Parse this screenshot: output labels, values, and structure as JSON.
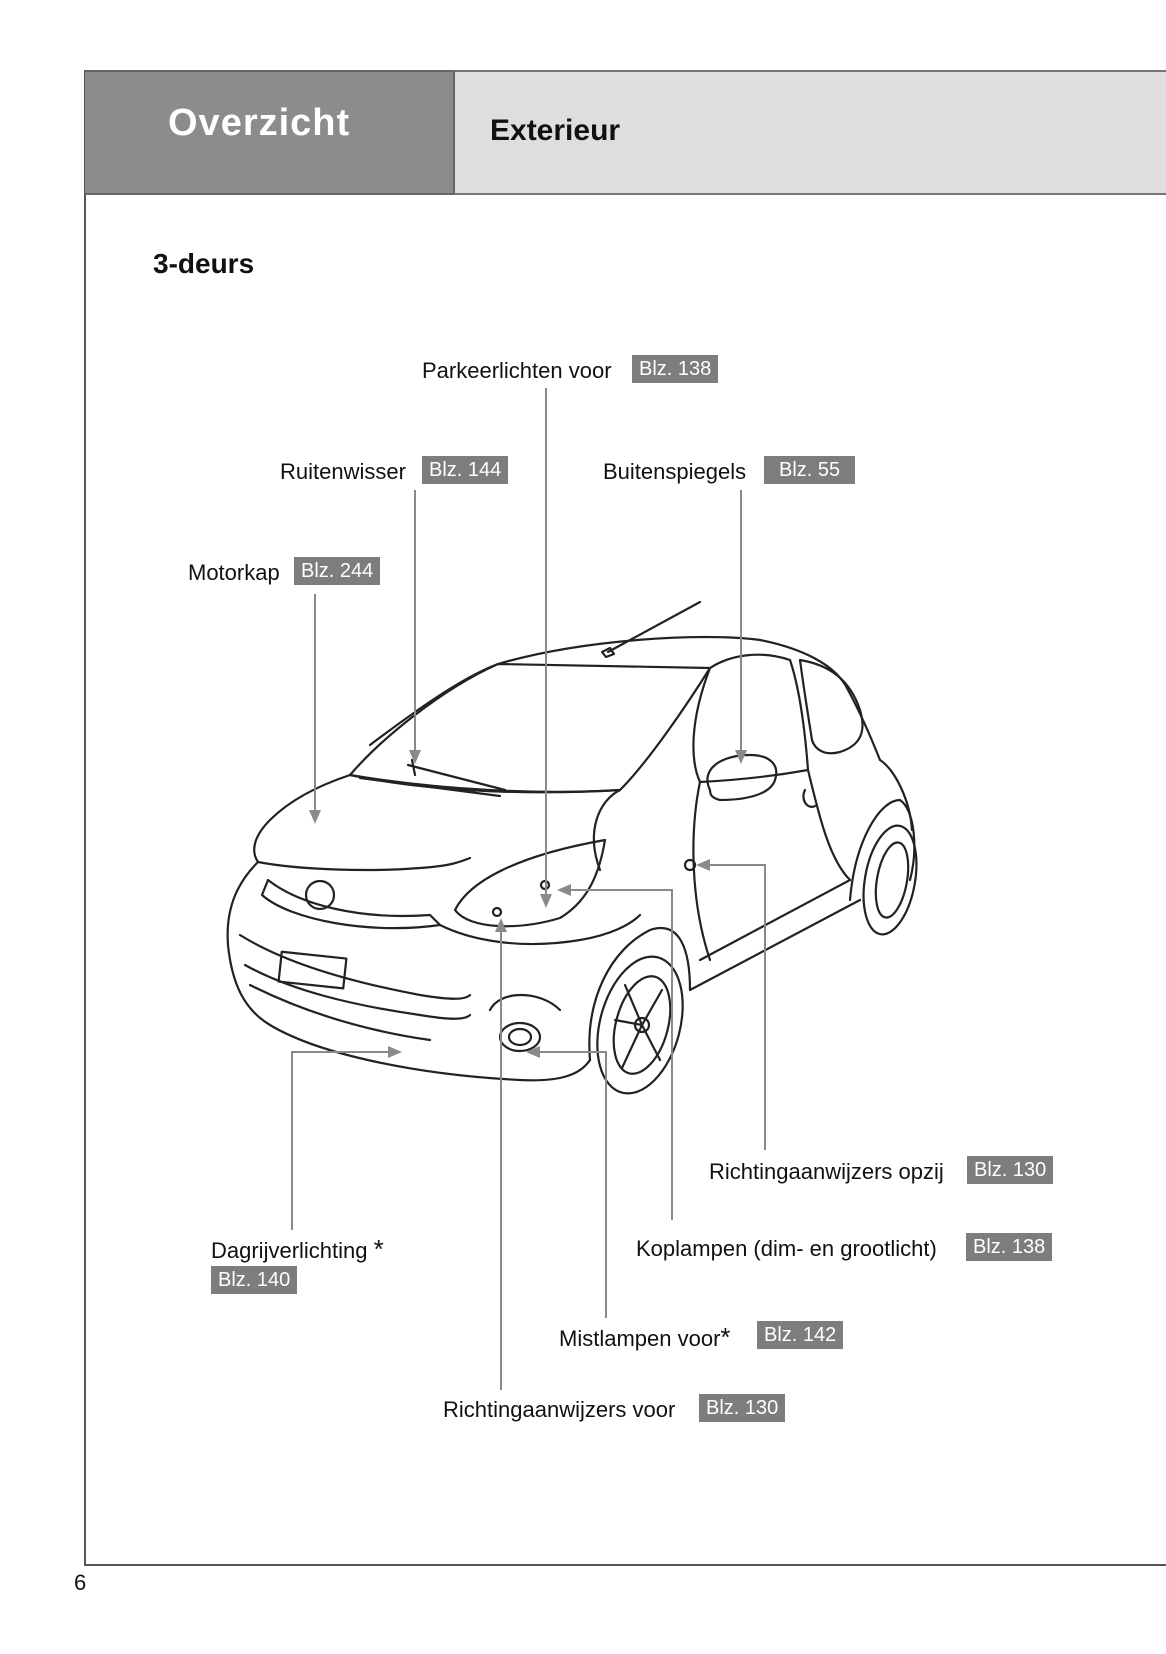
{
  "header": {
    "chapter": "Overzicht",
    "section": "Exterieur"
  },
  "subheading": "3-deurs",
  "callouts": {
    "parkeerlichten": {
      "label": "Parkeerlichten voor",
      "page": "Blz. 138"
    },
    "ruitenwisser": {
      "label": "Ruitenwisser",
      "page": "Blz. 144"
    },
    "buitenspiegels": {
      "label": "Buitenspiegels",
      "page": "Blz. 55"
    },
    "motorkap": {
      "label": "Motorkap",
      "page": "Blz. 244"
    },
    "richting_opzij": {
      "label": "Richtingaanwijzers opzij",
      "page": "Blz. 130"
    },
    "dagrijverlichting": {
      "label": "Dagrijverlichting",
      "asterisk": "*",
      "page": "Blz. 140"
    },
    "koplampen": {
      "label": "Koplampen (dim- en grootlicht)",
      "page": "Blz. 138"
    },
    "mistlampen": {
      "label": "Mistlampen voor",
      "asterisk": "*",
      "page": "Blz. 142"
    },
    "richting_voor": {
      "label": "Richtingaanwijzers voor",
      "page": "Blz. 130"
    }
  },
  "footer": {
    "page_number": "6"
  }
}
